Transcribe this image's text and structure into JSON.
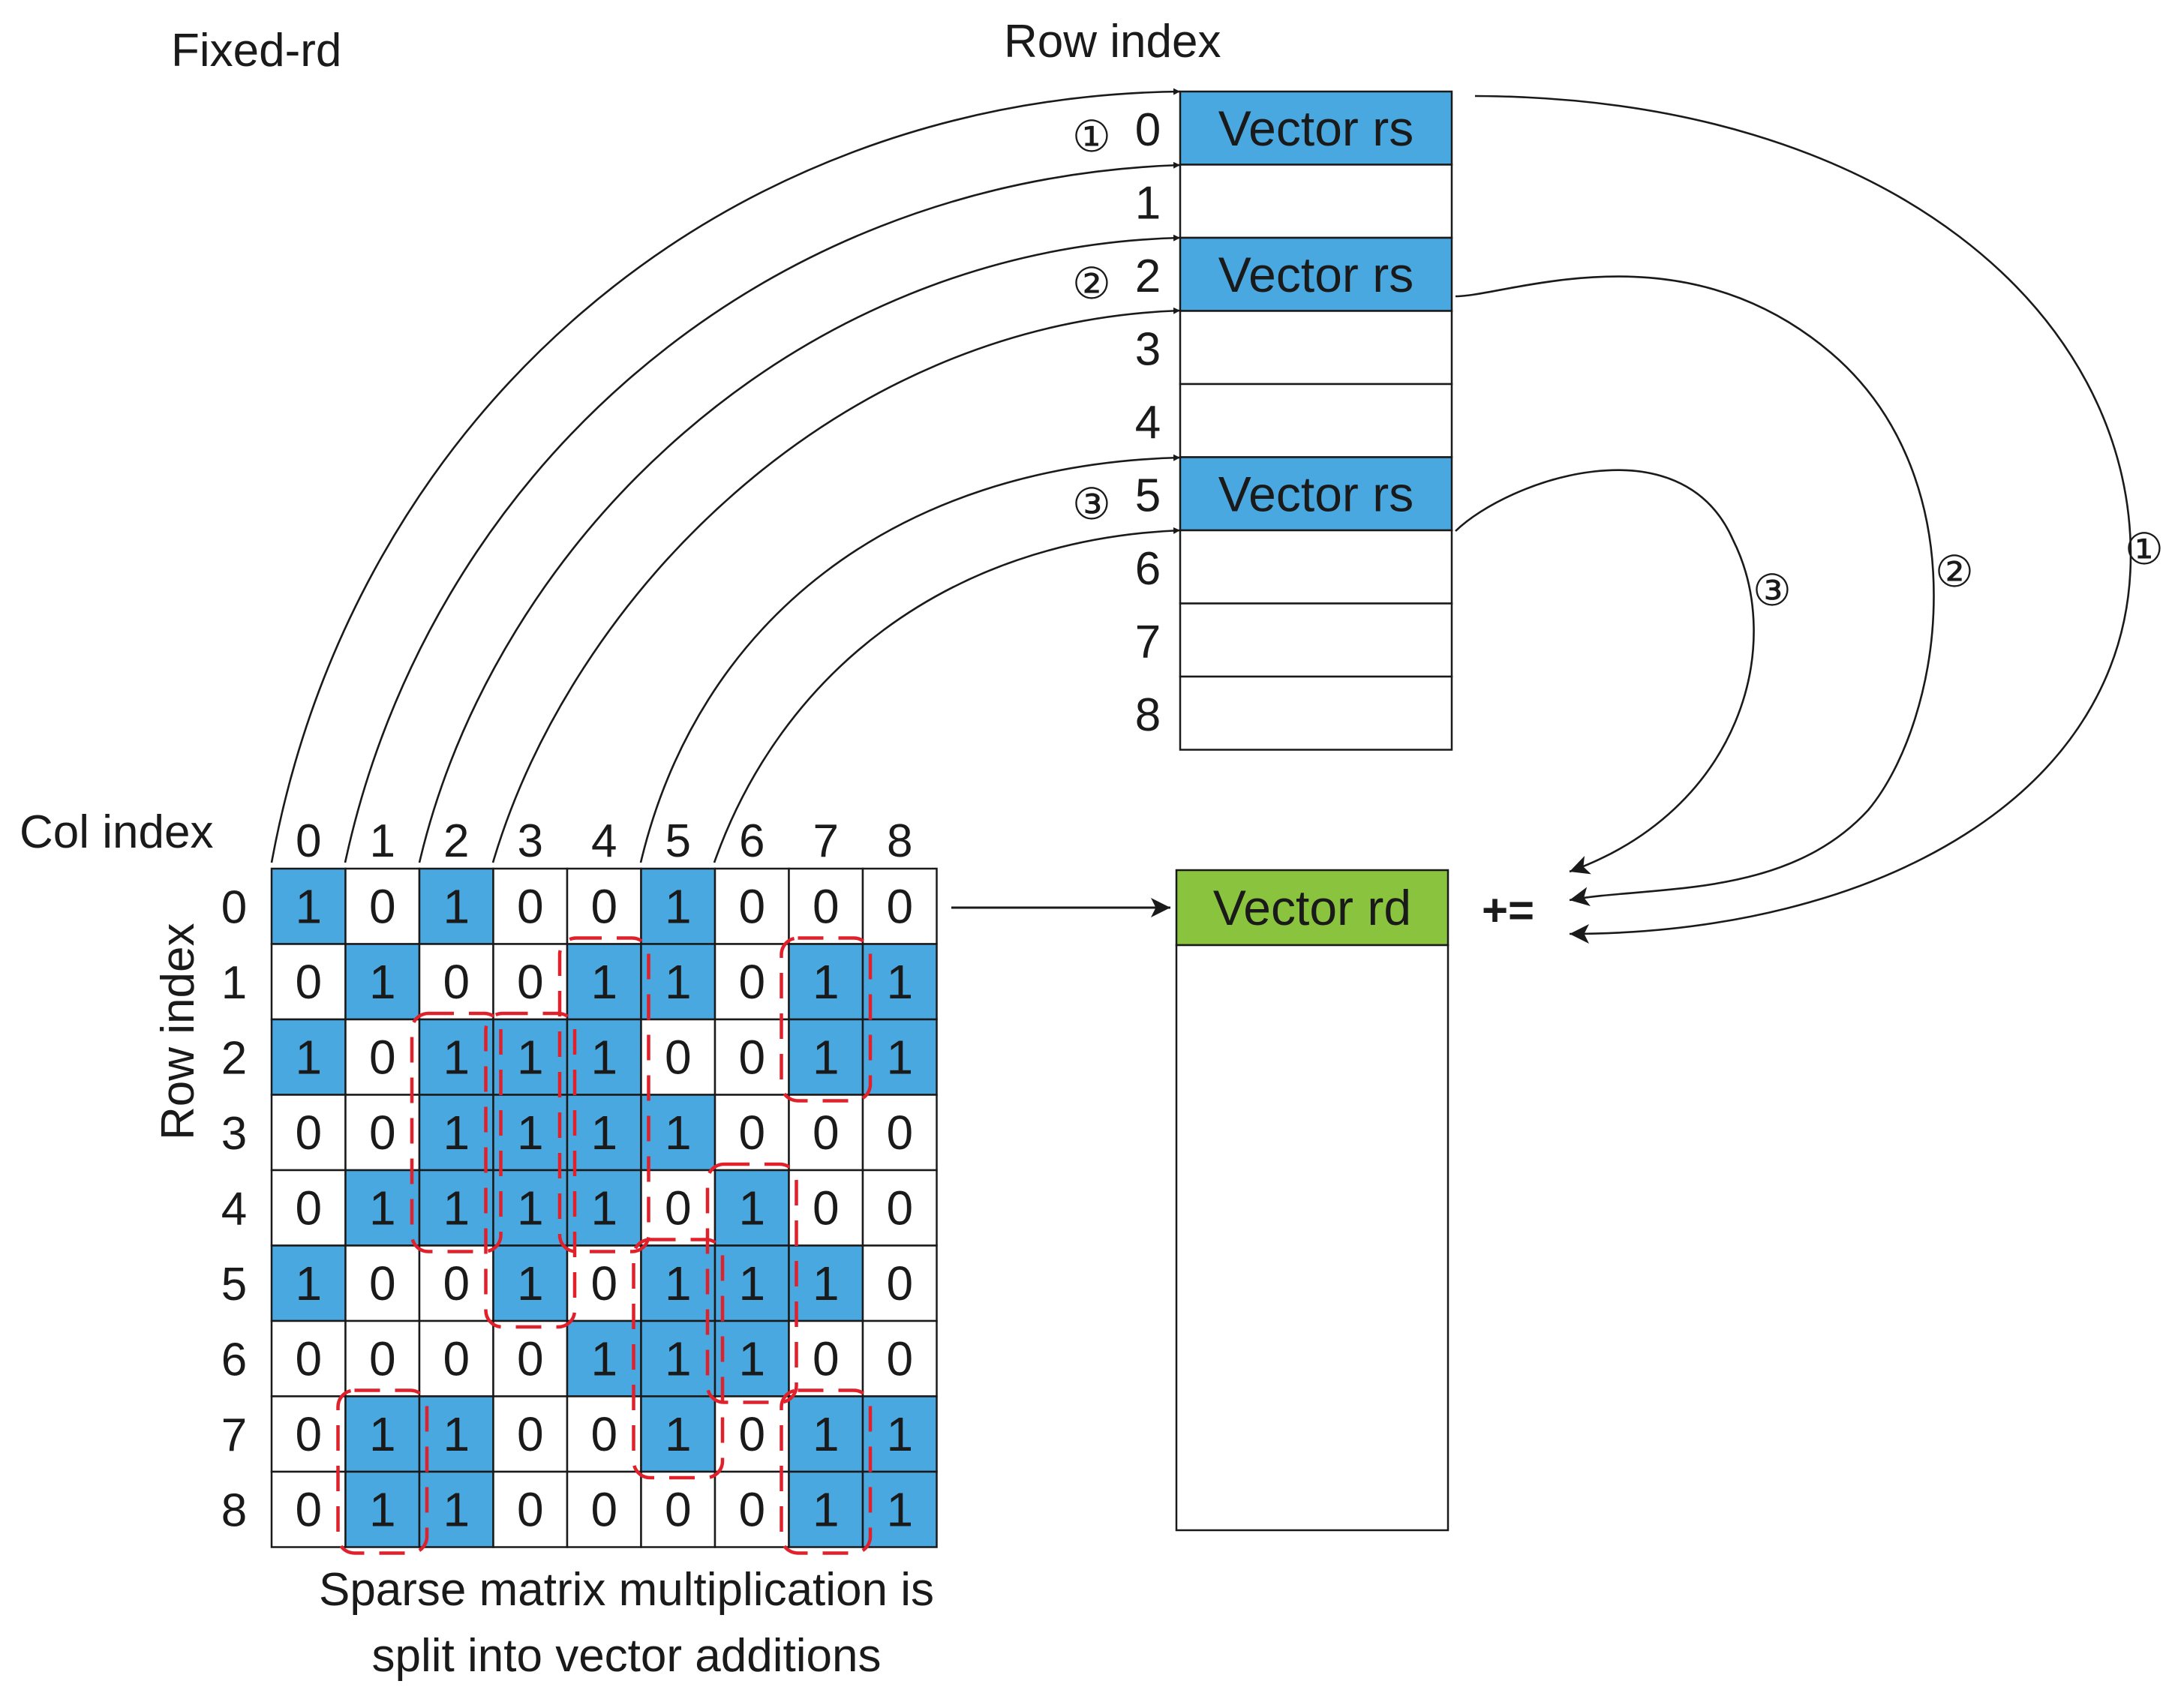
{
  "labels": {
    "fixed": "Fixed-rd",
    "row_index_top": "Row index",
    "col_index": "Col index",
    "row_index_side": "Row index",
    "caption_line1": "Sparse matrix multiplication is",
    "caption_line2": "split into vector additions",
    "plus_equals": "+="
  },
  "col_indices": [
    "0",
    "1",
    "2",
    "3",
    "4",
    "5",
    "6",
    "7",
    "8"
  ],
  "row_indices": [
    "0",
    "1",
    "2",
    "3",
    "4",
    "5",
    "6",
    "7",
    "8"
  ],
  "vector_rows": [
    "0",
    "1",
    "2",
    "3",
    "4",
    "5",
    "6",
    "7",
    "8"
  ],
  "vector_rs_label": "Vector rs",
  "vector_rs_rows": [
    0,
    2,
    5
  ],
  "vector_rd_label": "Vector rd",
  "step_marks": [
    "①",
    "②",
    "③"
  ],
  "matrix": [
    [
      1,
      0,
      1,
      0,
      0,
      1,
      0,
      0,
      0
    ],
    [
      0,
      1,
      0,
      0,
      1,
      1,
      0,
      1,
      1
    ],
    [
      1,
      0,
      1,
      1,
      1,
      0,
      0,
      1,
      1
    ],
    [
      0,
      0,
      1,
      1,
      1,
      1,
      0,
      0,
      0
    ],
    [
      0,
      1,
      1,
      1,
      1,
      0,
      1,
      0,
      0
    ],
    [
      1,
      0,
      0,
      1,
      0,
      1,
      1,
      1,
      0
    ],
    [
      0,
      0,
      0,
      0,
      1,
      1,
      1,
      0,
      0
    ],
    [
      0,
      1,
      1,
      0,
      0,
      1,
      0,
      1,
      1
    ],
    [
      0,
      1,
      1,
      0,
      0,
      0,
      0,
      1,
      1
    ]
  ],
  "colors": {
    "one_cell": "#4aa8e0",
    "vector_rd": "#8ac43f",
    "dashed_box": "#e0202a",
    "lines": "#1a1a1a"
  }
}
